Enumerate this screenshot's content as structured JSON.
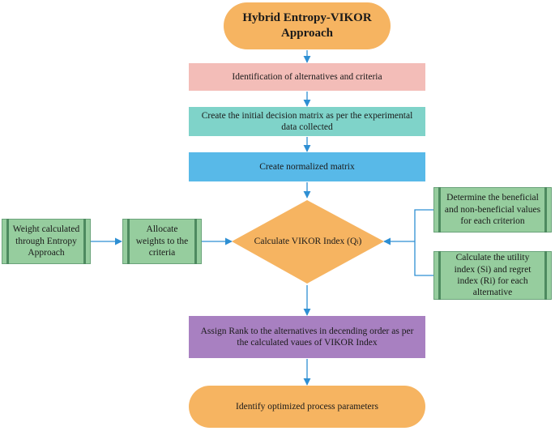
{
  "diagram": {
    "start": {
      "line1": "Hybrid Entropy-VIKOR",
      "line2": "Approach"
    },
    "step_identify": "Identification of alternatives and criteria",
    "step_matrix": {
      "line1": "Create the initial decision matrix as per the experimental",
      "line2": "data collected"
    },
    "step_normalize": "Create normalized matrix",
    "decision": {
      "label": "Calculate VIKOR Index (Q",
      "sub": "i",
      "close": ")"
    },
    "weight_calc": {
      "line1": "Weight calculated",
      "line2": "through Entropy",
      "line3": "Approach"
    },
    "allocate": {
      "line1": "Allocate",
      "line2": "weights to the",
      "line3": "criteria"
    },
    "beneficial": {
      "line1": "Determine the beneficial",
      "line2": "and non-beneficial values",
      "line3": "for each criterion"
    },
    "utility": {
      "line1": "Calculate the utility",
      "line2": "index (Si) and regret",
      "line3": "index (Ri) for each",
      "line4": "alternative"
    },
    "rank": {
      "line1": "Assign Rank to the alternatives in decending order as per",
      "line2": "the calculated vaues of VIKOR Index"
    },
    "end": "Identify optimized process parameters"
  },
  "colors": {
    "orange": "#f6b461",
    "pink": "#f3bdb8",
    "teal": "#7fd3c9",
    "blue": "#58b9e8",
    "green": "#96cd9e",
    "purple": "#a880c1",
    "arrow": "#2e8fd3"
  }
}
